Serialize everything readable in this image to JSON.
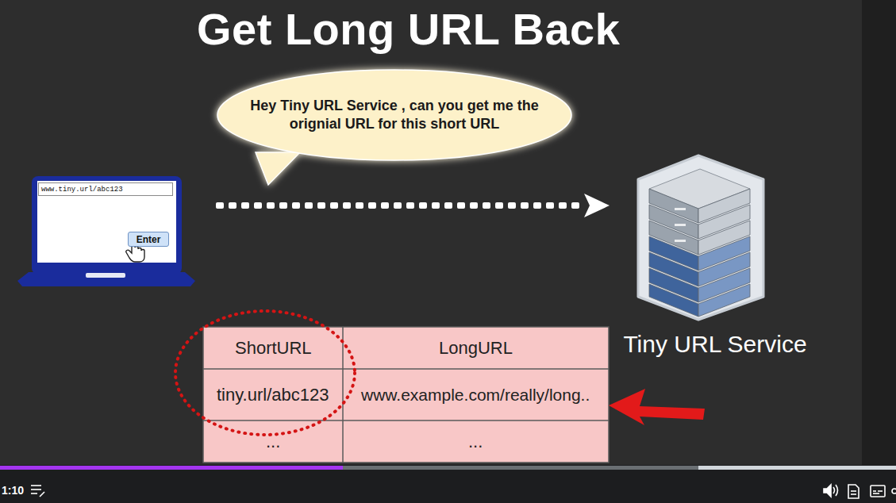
{
  "diagram": {
    "title": "Get Long URL Back",
    "nodes": [
      {
        "text": [
          "Hey Tiny URL Service , can you get me the orignial URL for this short URL"
        ]
      },
      {
        "text": [
          "www.tiny.url/abc123"
        ]
      },
      {
        "text": [
          "Enter"
        ]
      },
      {
        "text": [
          "Tiny URL Service"
        ]
      }
    ],
    "labels": [
      "ShortURL",
      "LongURL",
      "tiny.url/abc123",
      "www.example.com/really/long..",
      "...",
      "...",
      "1:10"
    ]
  }
}
